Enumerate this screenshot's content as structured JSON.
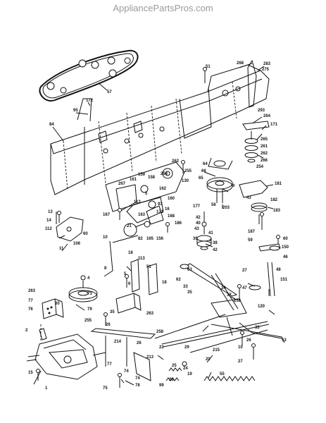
{
  "watermark": "AppliancePartsPros.com",
  "callouts": [
    {
      "id": "c57",
      "text": "57"
    },
    {
      "id": "c95",
      "text": "95"
    },
    {
      "id": "c172",
      "text": "172"
    },
    {
      "id": "c84",
      "text": "84"
    },
    {
      "id": "c51a",
      "text": "51"
    },
    {
      "id": "c268",
      "text": "268"
    },
    {
      "id": "c283",
      "text": "283"
    },
    {
      "id": "c275",
      "text": "275"
    },
    {
      "id": "c293",
      "text": "293"
    },
    {
      "id": "c264",
      "text": "264"
    },
    {
      "id": "c171a",
      "text": "171"
    },
    {
      "id": "c265",
      "text": "265"
    },
    {
      "id": "c261",
      "text": "261"
    },
    {
      "id": "c262",
      "text": "262"
    },
    {
      "id": "c266",
      "text": "266"
    },
    {
      "id": "c254",
      "text": "254"
    },
    {
      "id": "c262b",
      "text": "262"
    },
    {
      "id": "c255",
      "text": "255"
    },
    {
      "id": "c130",
      "text": "130"
    },
    {
      "id": "c254b",
      "text": "254"
    },
    {
      "id": "c159",
      "text": "159"
    },
    {
      "id": "c158",
      "text": "158"
    },
    {
      "id": "c267",
      "text": "267"
    },
    {
      "id": "c161",
      "text": "161"
    },
    {
      "id": "c162",
      "text": "162"
    },
    {
      "id": "c5",
      "text": "5"
    },
    {
      "id": "c113a",
      "text": "113"
    },
    {
      "id": "c163",
      "text": "163"
    },
    {
      "id": "c171b",
      "text": "171"
    },
    {
      "id": "c167",
      "text": "167"
    },
    {
      "id": "c160",
      "text": "160"
    },
    {
      "id": "c93",
      "text": "93"
    },
    {
      "id": "c16",
      "text": "16"
    },
    {
      "id": "c64",
      "text": "64"
    },
    {
      "id": "c66",
      "text": "66"
    },
    {
      "id": "c65",
      "text": "65"
    },
    {
      "id": "c9",
      "text": "9"
    },
    {
      "id": "c56",
      "text": "56"
    },
    {
      "id": "c203",
      "text": "203"
    },
    {
      "id": "c181",
      "text": "181"
    },
    {
      "id": "c43a",
      "text": "43"
    },
    {
      "id": "c182",
      "text": "182"
    },
    {
      "id": "c183",
      "text": "183"
    },
    {
      "id": "c177",
      "text": "177"
    },
    {
      "id": "c13",
      "text": "13"
    },
    {
      "id": "c14",
      "text": "14"
    },
    {
      "id": "c112",
      "text": "112"
    },
    {
      "id": "c60",
      "text": "60"
    },
    {
      "id": "c106",
      "text": "106"
    },
    {
      "id": "c11",
      "text": "11"
    },
    {
      "id": "c21",
      "text": "21"
    },
    {
      "id": "c168",
      "text": "168"
    },
    {
      "id": "c186",
      "text": "186"
    },
    {
      "id": "c42a",
      "text": "42"
    },
    {
      "id": "c40",
      "text": "40"
    },
    {
      "id": "c43b",
      "text": "43"
    },
    {
      "id": "c41",
      "text": "41"
    },
    {
      "id": "c36",
      "text": "36"
    },
    {
      "id": "c38",
      "text": "38"
    },
    {
      "id": "c187",
      "text": "187"
    },
    {
      "id": "c10",
      "text": "10"
    },
    {
      "id": "c82",
      "text": "82"
    },
    {
      "id": "c165",
      "text": "165"
    },
    {
      "id": "c156",
      "text": "156"
    },
    {
      "id": "c42b",
      "text": "42"
    },
    {
      "id": "c8",
      "text": "8"
    },
    {
      "id": "c59",
      "text": "59"
    },
    {
      "id": "c60b",
      "text": "60"
    },
    {
      "id": "c150",
      "text": "150"
    },
    {
      "id": "c18",
      "text": "18"
    },
    {
      "id": "c113b",
      "text": "113"
    },
    {
      "id": "c51b",
      "text": "51"
    },
    {
      "id": "c5b",
      "text": "5"
    },
    {
      "id": "c6",
      "text": "6"
    },
    {
      "id": "c18b",
      "text": "18"
    },
    {
      "id": "c62",
      "text": "62"
    },
    {
      "id": "c63",
      "text": "63"
    },
    {
      "id": "c33a",
      "text": "33"
    },
    {
      "id": "c35",
      "text": "35"
    },
    {
      "id": "c34",
      "text": "34"
    },
    {
      "id": "c37",
      "text": "37"
    },
    {
      "id": "c27a",
      "text": "27"
    },
    {
      "id": "c46",
      "text": "46"
    },
    {
      "id": "c48",
      "text": "48"
    },
    {
      "id": "c47",
      "text": "47"
    },
    {
      "id": "c151",
      "text": "151"
    },
    {
      "id": "c120",
      "text": "120"
    },
    {
      "id": "c4",
      "text": "4"
    },
    {
      "id": "c73",
      "text": "73"
    },
    {
      "id": "c79",
      "text": "79"
    },
    {
      "id": "c263a",
      "text": "263"
    },
    {
      "id": "c30",
      "text": "30"
    },
    {
      "id": "c77",
      "text": "77"
    },
    {
      "id": "c76",
      "text": "76"
    },
    {
      "id": "c2",
      "text": "2"
    },
    {
      "id": "c255b",
      "text": "255"
    },
    {
      "id": "c35b",
      "text": "35"
    },
    {
      "id": "c263b",
      "text": "263"
    },
    {
      "id": "c15",
      "text": "15"
    },
    {
      "id": "c1",
      "text": "1"
    },
    {
      "id": "c214",
      "text": "214"
    },
    {
      "id": "c26a",
      "text": "26"
    },
    {
      "id": "c26b",
      "text": "26"
    },
    {
      "id": "c258a",
      "text": "258"
    },
    {
      "id": "c258b",
      "text": "258"
    },
    {
      "id": "c22",
      "text": "22"
    },
    {
      "id": "c29",
      "text": "29"
    },
    {
      "id": "c24",
      "text": "24"
    },
    {
      "id": "c20",
      "text": "20"
    },
    {
      "id": "c213",
      "text": "213"
    },
    {
      "id": "c33b",
      "text": "33"
    },
    {
      "id": "c53",
      "text": "53"
    },
    {
      "id": "c10b",
      "text": "10"
    },
    {
      "id": "c26c",
      "text": "26"
    },
    {
      "id": "c27b",
      "text": "27"
    },
    {
      "id": "c55",
      "text": "55"
    },
    {
      "id": "c19",
      "text": "19"
    },
    {
      "id": "c25",
      "text": "25"
    },
    {
      "id": "c28",
      "text": "28"
    },
    {
      "id": "c99",
      "text": "99"
    },
    {
      "id": "c215",
      "text": "215"
    },
    {
      "id": "c75",
      "text": "75"
    },
    {
      "id": "c74",
      "text": "74"
    },
    {
      "id": "c77b",
      "text": "77"
    },
    {
      "id": "c78",
      "text": "78"
    },
    {
      "id": "c74b",
      "text": "74"
    }
  ]
}
